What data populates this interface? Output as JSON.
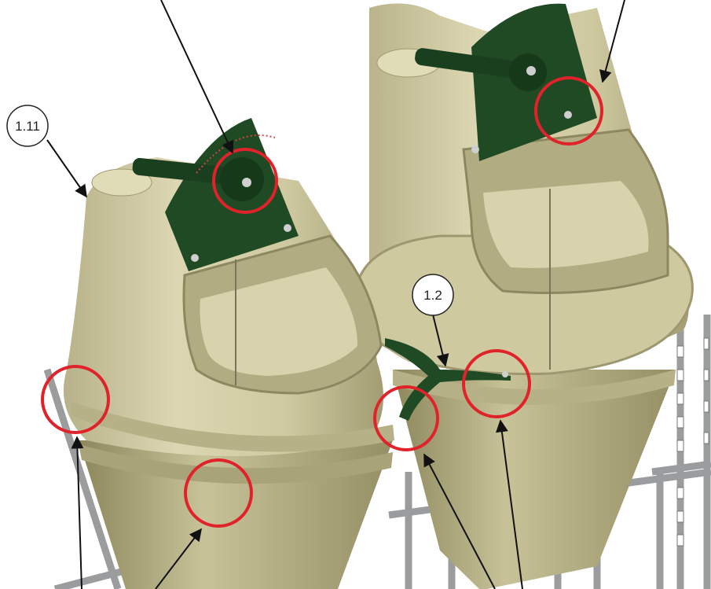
{
  "callouts": [
    {
      "id": "c1",
      "label": "1.11"
    },
    {
      "id": "c2",
      "label": "1.2"
    }
  ],
  "colors": {
    "hopper_body": "#d4cfa7",
    "hopper_shade": "#a9a27a",
    "hopper_dark": "#7f7954",
    "mechanism_green": "#1f4a24",
    "mechanism_dark": "#132e15",
    "frame_gray": "#9a9c9e",
    "highlight_circle": "#e0232a",
    "leader_line": "#111111"
  },
  "icons": {
    "highlight": "red-circle-marker",
    "leader": "arrow-leader"
  }
}
